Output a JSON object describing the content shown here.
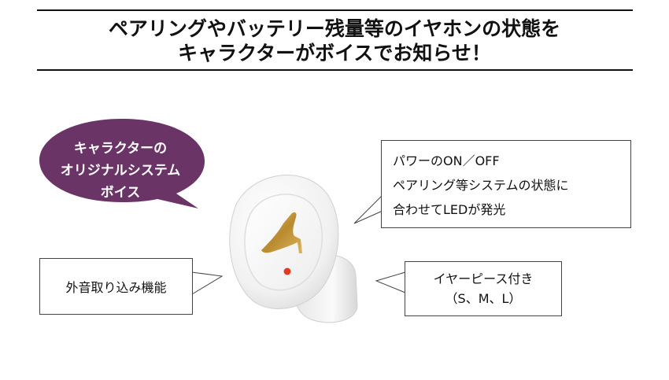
{
  "headline": {
    "line1": "ペアリングやバッテリー残量等のイヤホンの状態を",
    "line2": "キャラクターがボイスでお知らせ！"
  },
  "speech_bubble": {
    "lines": [
      "キャラクターの",
      "オリジナルシステム",
      "ボイス"
    ],
    "fill_color": "#6b3466"
  },
  "callout_led": {
    "lines": [
      "パワーのON／OFF",
      "ペアリング等システムの状態に",
      "合わせてLEDが発光"
    ]
  },
  "callout_mic": {
    "text": "外音取り込み機能"
  },
  "callout_tips": {
    "lines": [
      "イヤーピース付き",
      "（S、M、L）"
    ]
  },
  "product": {
    "body_color": "#f6f6f6",
    "logo_color": "#c9a24a",
    "led_color": "#e53a1f",
    "icon": "high-heel-logo-icon"
  }
}
